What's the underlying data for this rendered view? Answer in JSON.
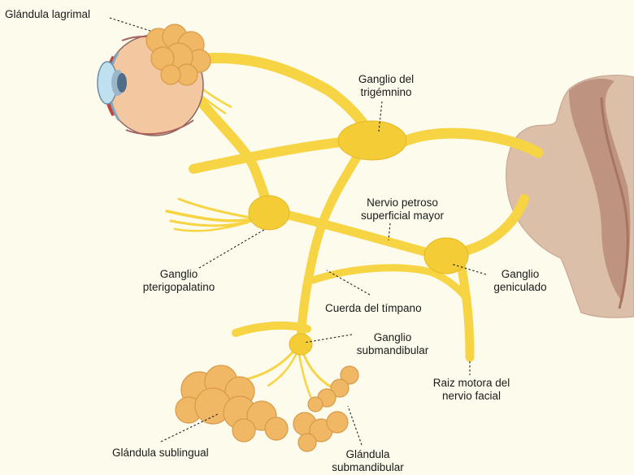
{
  "labels": {
    "lacrimal_gland": "Glándula lagrimal",
    "trigeminal_ganglion_l1": "Ganglio del",
    "trigeminal_ganglion_l2": "trigémnino",
    "greater_petrosal_l1": "Nervio petroso",
    "greater_petrosal_l2": "superficial mayor",
    "pterygopalatine_l1": "Ganglio",
    "pterygopalatine_l2": "pterigopalatino",
    "geniculate_l1": "Ganglio",
    "geniculate_l2": "geniculado",
    "chorda_tympani": "Cuerda del tímpano",
    "submandibular_ganglion_l1": "Ganglio",
    "submandibular_ganglion_l2": "submandibular",
    "facial_motor_root_l1": "Raiz motora del",
    "facial_motor_root_l2": "nervio facial",
    "sublingual_gland": "Glándula sublingual",
    "submandibular_gland_l1": "Glándula",
    "submandibular_gland_l2": "submandibular"
  },
  "colors": {
    "background": "#fdfbec",
    "nerve": "#f6d443",
    "ganglion": "#f4cc35",
    "gland": "#f0b765",
    "gland_outline": "#d89a48",
    "brainstem": "#dbbfa9",
    "brainstem_dark": "#b98b78",
    "eye_iris": "#bfe0ee",
    "eye_sclera": "#f3c7a0",
    "eye_red": "#c0473d",
    "leader_line": "#222222"
  }
}
